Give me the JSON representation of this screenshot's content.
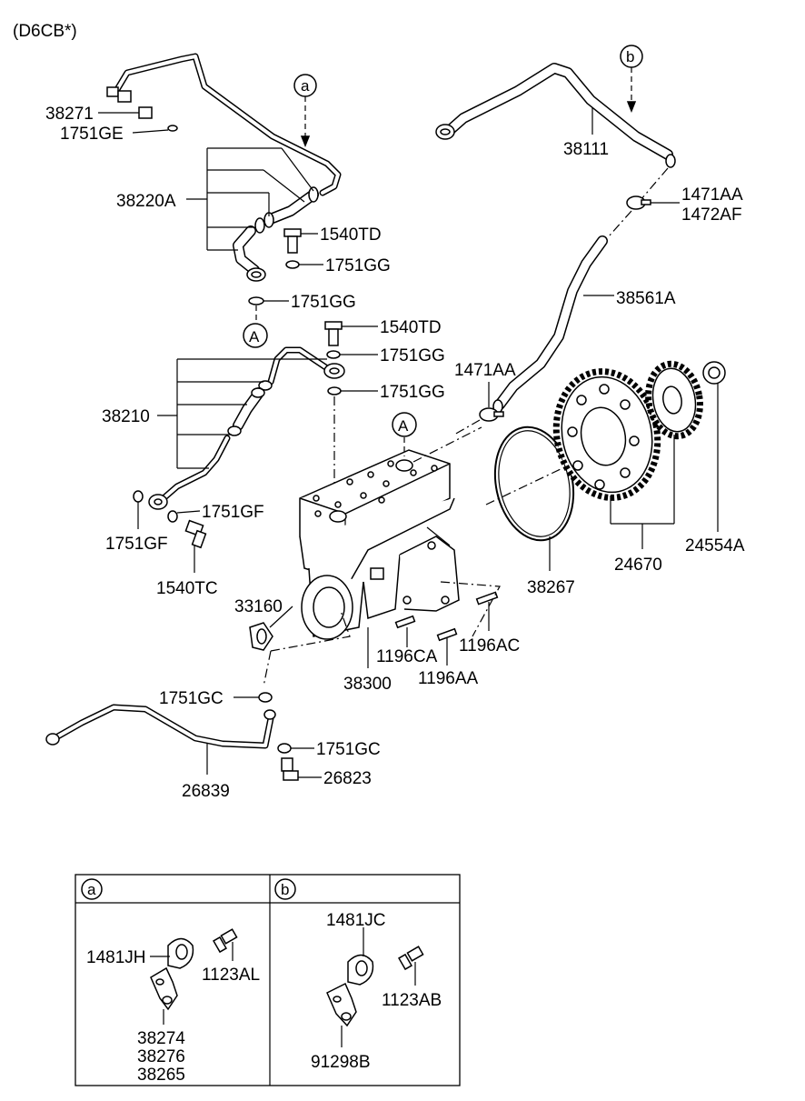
{
  "header": {
    "variant": "(D6CB*)"
  },
  "callouts": {
    "a": "a",
    "b": "b",
    "A": "A"
  },
  "labels": {
    "p38271": "38271",
    "p1751GE": "1751GE",
    "p38220A": "38220A",
    "p1540TD_1": "1540TD",
    "p1751GG_1": "1751GG",
    "p1751GG_2": "1751GG",
    "p1540TD_2": "1540TD",
    "p1751GG_3": "1751GG",
    "p1751GG_4": "1751GG",
    "p38210": "38210",
    "p1751GF_1": "1751GF",
    "p1751GF_2": "1751GF",
    "p1540TC": "1540TC",
    "p33160": "33160",
    "p1751GC_1": "1751GC",
    "p1751GC_2": "1751GC",
    "p26823": "26823",
    "p26839": "26839",
    "p38300": "38300",
    "p1196CA": "1196CA",
    "p1196AA": "1196AA",
    "p1196AC": "1196AC",
    "p38267": "38267",
    "p24670": "24670",
    "p24554A": "24554A",
    "p38111": "38111",
    "p1471AA_1": "1471AA",
    "p1472AF": "1472AF",
    "p38561A": "38561A",
    "p1471AA_2": "1471AA"
  },
  "inset_a": {
    "tag": "a",
    "clamp": "1481JH",
    "bolt": "1123AL",
    "bracket_1": "38274",
    "bracket_2": "38276",
    "bracket_3": "38265"
  },
  "inset_b": {
    "tag": "b",
    "clamp": "1481JC",
    "bolt": "1123AB",
    "bracket": "91298B"
  }
}
